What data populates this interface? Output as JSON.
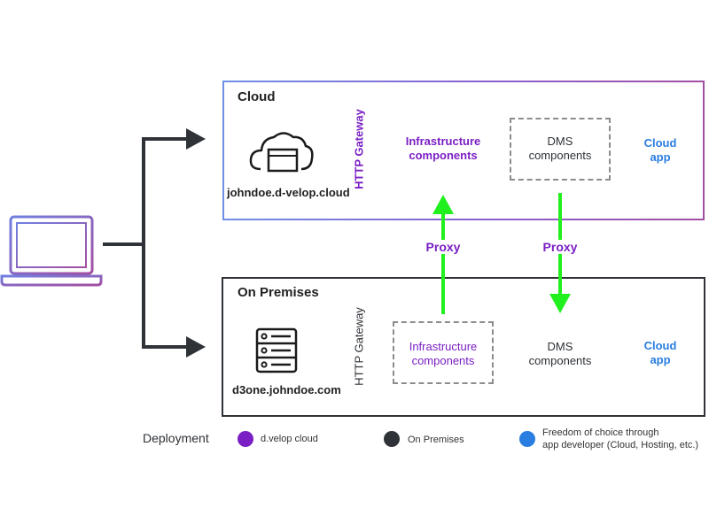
{
  "cloud": {
    "title": "Cloud",
    "host": "johndoe.d-velop.cloud",
    "gateway": "HTTP Gateway",
    "infra_line1": "Infrastructure",
    "infra_line2": "components",
    "dms_line1": "DMS",
    "dms_line2": "components",
    "app_line1": "Cloud",
    "app_line2": "app"
  },
  "onprem": {
    "title": "On Premises",
    "host": "d3one.johndoe.com",
    "gateway": "HTTP Gateway",
    "infra_line1": "Infrastructure",
    "infra_line2": "components",
    "dms_line1": "DMS",
    "dms_line2": "components",
    "app_line1": "Cloud",
    "app_line2": "app"
  },
  "proxy": {
    "left": "Proxy",
    "right": "Proxy"
  },
  "legend": {
    "title": "Deployment",
    "items": [
      {
        "label": "d.velop cloud",
        "color": "#7a1fc4"
      },
      {
        "label": "On Premises",
        "color": "#2f3338"
      },
      {
        "label_line1": "Freedom of choice through",
        "label_line2": "app developer (Cloud, Hosting, etc.)",
        "color": "#2a7de1"
      }
    ]
  },
  "icons": [
    "laptop-icon",
    "cloud-window-icon",
    "server-rack-icon"
  ],
  "colors": {
    "arrow_green": "#22f01e",
    "connector": "#2f3338",
    "purple": "#7a1fc4",
    "blue": "#2a7de1"
  }
}
